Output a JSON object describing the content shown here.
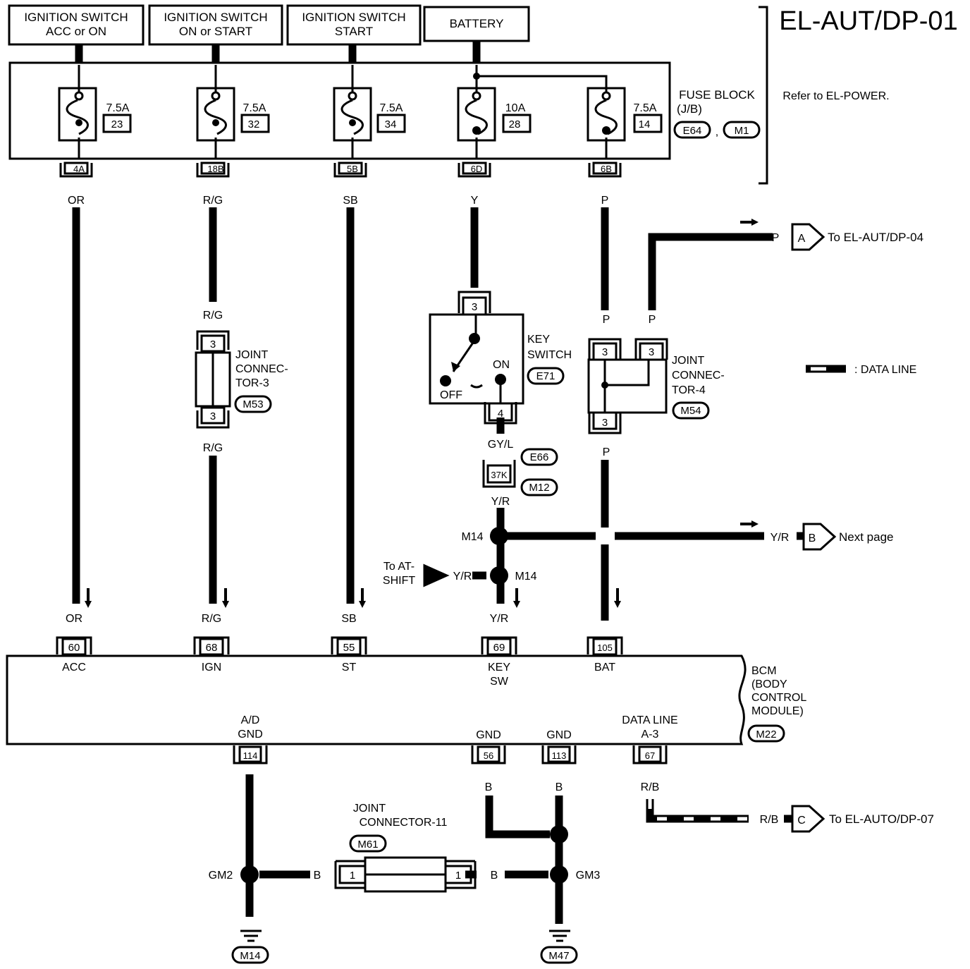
{
  "page_id": "EL-AUT/DP-01",
  "power_sources": [
    {
      "line1": "IGNITION SWITCH",
      "line2": "ACC or ON"
    },
    {
      "line1": "IGNITION SWITCH",
      "line2": "ON or START"
    },
    {
      "line1": "IGNITION SWITCH",
      "line2": "START"
    },
    {
      "line1": "BATTERY",
      "line2": ""
    }
  ],
  "fuse_block": {
    "title": "FUSE BLOCK",
    "subtitle": "(J/B)",
    "connectors": [
      "E64",
      "M1"
    ],
    "separator": ",",
    "reference": "Refer to EL-POWER.",
    "fuses": [
      {
        "amp": "7.5A",
        "num": "23",
        "terminal": "4A",
        "wire": "OR"
      },
      {
        "amp": "7.5A",
        "num": "32",
        "terminal": "18B",
        "wire": "R/G"
      },
      {
        "amp": "7.5A",
        "num": "34",
        "terminal": "5B",
        "wire": "SB"
      },
      {
        "amp": "10A",
        "num": "28",
        "terminal": "6D",
        "wire": "Y"
      },
      {
        "amp": "7.5A",
        "num": "14",
        "terminal": "6B",
        "wire": "P"
      }
    ]
  },
  "joint_connector_3": {
    "name": [
      "JOINT",
      "CONNEC-",
      "TOR-3"
    ],
    "connector": "M53",
    "terminal_top": "3",
    "terminal_bottom": "3",
    "wire_top": "R/G",
    "wire_bottom": "R/G"
  },
  "key_switch": {
    "name": [
      "KEY",
      "SWITCH"
    ],
    "connector": "E71",
    "terminal_top": "3",
    "terminal_bottom": "4",
    "off_label": "OFF",
    "on_label": "ON"
  },
  "key_circuit": {
    "wire1": "GY/L",
    "connector_a": "E66",
    "connector_b": "M12",
    "terminal": "37K",
    "wire2": "Y/R",
    "splice1": "M14",
    "splice2": "M14",
    "at_shift": [
      "To AT-",
      "SHIFT"
    ],
    "at_shift_wire": "Y/R"
  },
  "joint_connector_4": {
    "name": [
      "JOINT",
      "CONNEC-",
      "TOR-4"
    ],
    "connector": "M54",
    "terminal_left": "3",
    "terminal_right": "3",
    "terminal_bottom": "3",
    "wire_left": "P",
    "wire_right": "P",
    "wire_bottom": "P"
  },
  "legend": {
    "data_line": ": DATA LINE"
  },
  "refs": [
    {
      "wire": "P",
      "letter": "A",
      "target": "To EL-AUT/DP-04"
    },
    {
      "wire": "Y/R",
      "letter": "B",
      "target": "Next page"
    },
    {
      "wire": "R/B",
      "letter": "C",
      "target": "To EL-AUTO/DP-07"
    }
  ],
  "bcm": {
    "name": [
      "BCM",
      "(BODY",
      "CONTROL",
      "MODULE)"
    ],
    "connector": "M22",
    "top_pins": [
      {
        "num": "60",
        "label": "ACC",
        "label2": "",
        "wire": "OR"
      },
      {
        "num": "68",
        "label": "IGN",
        "label2": "",
        "wire": "R/G"
      },
      {
        "num": "55",
        "label": "ST",
        "label2": "",
        "wire": "SB"
      },
      {
        "num": "69",
        "label": "KEY",
        "label2": "SW",
        "wire": "Y/R"
      },
      {
        "num": "105",
        "label": "BAT",
        "label2": "",
        "wire": ""
      }
    ],
    "bottom_pins": [
      {
        "num": "114",
        "label": "A/D",
        "label2": "GND",
        "wire": "B"
      },
      {
        "num": "56",
        "label": "GND",
        "label2": "",
        "wire": "B"
      },
      {
        "num": "113",
        "label": "GND",
        "label2": "",
        "wire": "B"
      },
      {
        "num": "67",
        "label": "DATA LINE",
        "label2": "A-3",
        "wire": "R/B"
      }
    ]
  },
  "ground": {
    "jc11_name": [
      "JOINT",
      "CONNECTOR-11"
    ],
    "jc11_connector": "M61",
    "jc11_terminal_left": "1",
    "jc11_terminal_right": "1",
    "gm2": "GM2",
    "gm3": "GM3",
    "wire": "B",
    "ground_left": "M14",
    "ground_right": "M47"
  }
}
